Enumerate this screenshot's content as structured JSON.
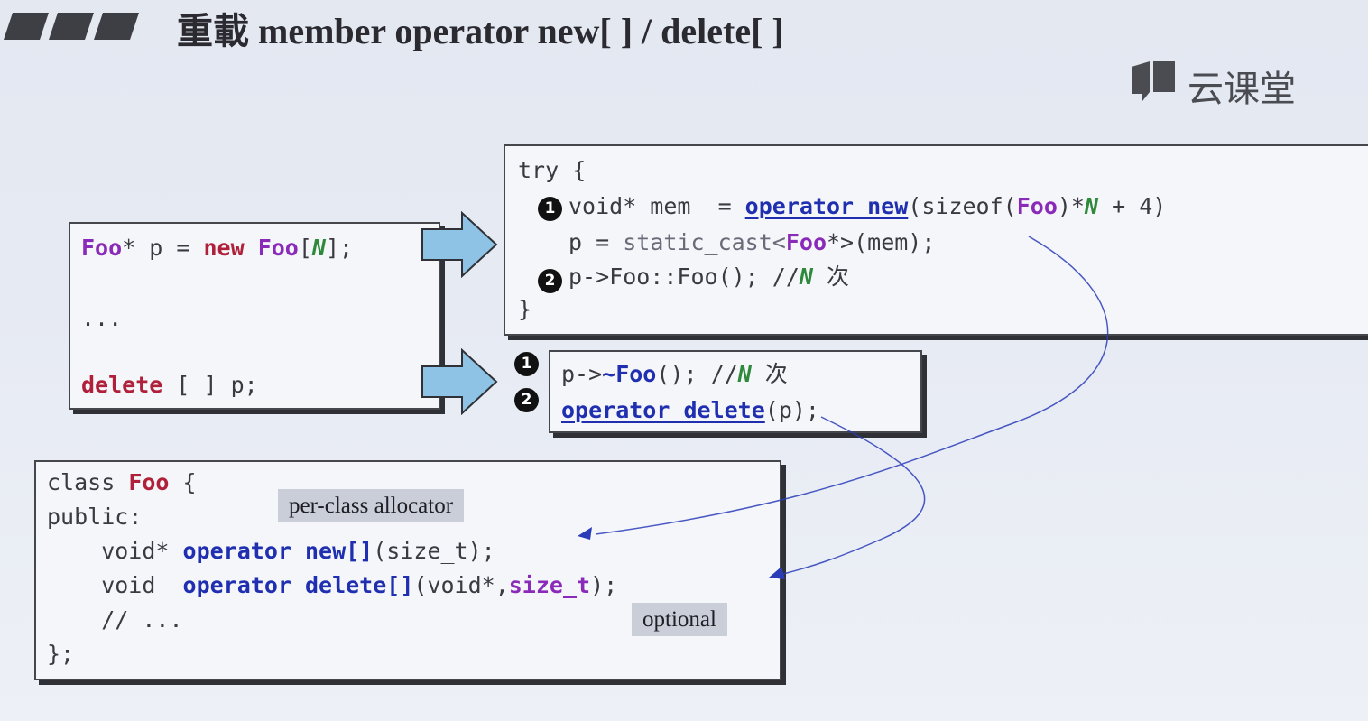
{
  "header": {
    "title": "重載 member operator new[ ] / delete[ ]",
    "brand": "云课堂",
    "bar_icon": "slanted-bars-icon",
    "brand_icon": "book-icon"
  },
  "left_box": {
    "line1": {
      "t1": "Foo",
      "t2": "* p = ",
      "t3": "new",
      "t4": " ",
      "t5": "Foo",
      "t6": "[",
      "t7": "N",
      "t8": "];"
    },
    "line2": "...",
    "line3": {
      "t1": "delete",
      "t2": " [ ] p;"
    }
  },
  "try_box": {
    "l1": "try {",
    "l2": {
      "t1": "void* mem  = ",
      "t2": "operator new",
      "t3": "(sizeof(",
      "t4": "Foo",
      "t5": ")*",
      "t6": "N",
      "t7": " + 4)"
    },
    "l3": {
      "t1": "p = ",
      "t2": "static_cast<",
      "t3": "Foo",
      "t4": "*>(mem);"
    },
    "l4": {
      "t1": "p->Foo::Foo(); //",
      "t2": "N",
      "t3": " 次"
    },
    "l5": "}"
  },
  "delete_box": {
    "l1": {
      "t1": "p->",
      "t2": "~Foo",
      "t3": "(); //",
      "t4": "N",
      "t5": " 次"
    },
    "l2": {
      "t1": "operator delete",
      "t2": "(p);"
    }
  },
  "bullets": {
    "one": "1",
    "two": "2"
  },
  "class_box": {
    "l1": {
      "t1": "class ",
      "t2": "Foo",
      "t3": " {"
    },
    "l2": "public:",
    "l3": {
      "t1": "    void* ",
      "t2": "operator new[]",
      "t3": "(size_t);"
    },
    "l4": {
      "t1": "    void  ",
      "t2": "operator delete[]",
      "t3": "(void*,",
      "t4": "size_t",
      "t5": ");"
    },
    "l5": "    // ...",
    "l6": "};"
  },
  "tags": {
    "allocator": "per-class allocator",
    "optional": "optional"
  },
  "colors": {
    "red": "#b0203a",
    "blue": "#1f2fb0",
    "purple": "#8a2ab8",
    "green": "#2e8a3a",
    "arrow_fill": "#8ec3e6"
  }
}
